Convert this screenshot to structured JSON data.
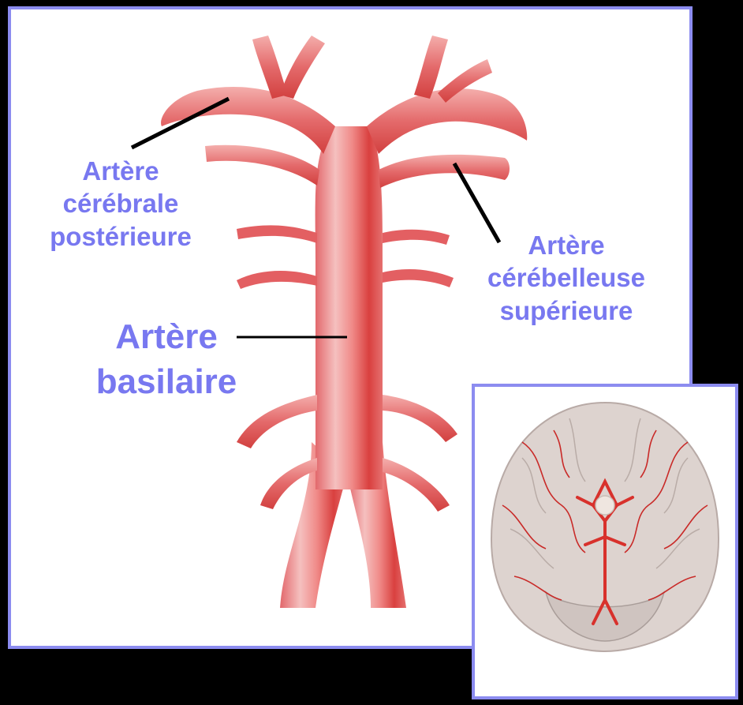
{
  "labels": {
    "pca": [
      "Artère",
      "cérébrale",
      "postérieure"
    ],
    "sca": [
      "Artère",
      "cérébelleuse",
      "supérieure"
    ],
    "basilar": [
      "Artère",
      "basilaire"
    ]
  },
  "colors": {
    "panel_border": "#8c8cf0",
    "label_text": "#7878f0",
    "artery_fill": "#e8666a",
    "artery_shadow": "#d43c3e",
    "artery_highlight": "#f7c4c2",
    "background": "#000000"
  },
  "icons": {
    "inset": "brain-base-arteries-illustration"
  }
}
